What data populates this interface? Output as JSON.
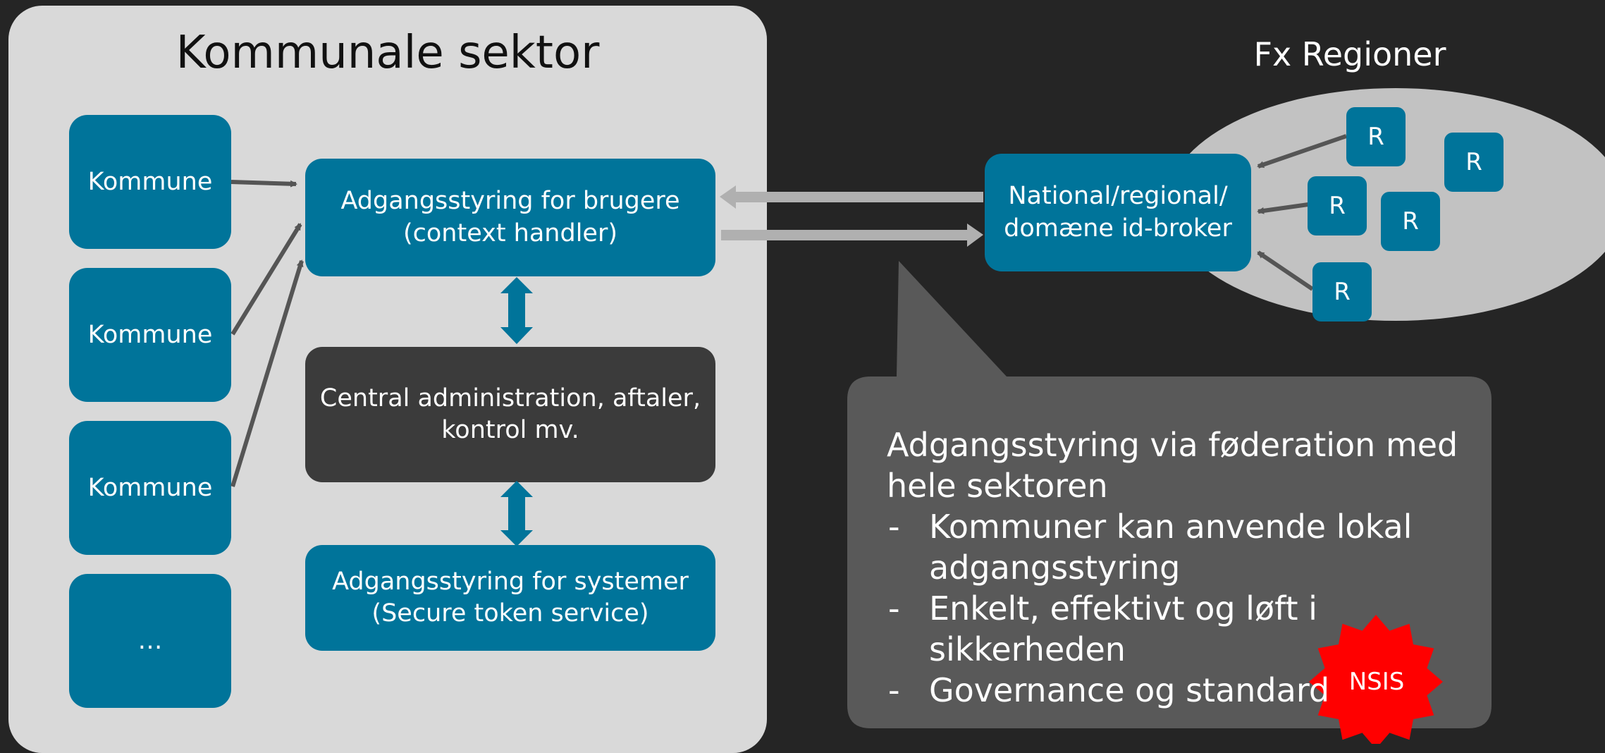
{
  "sector": {
    "title": "Kommunale sektor",
    "kommuner": [
      "Kommune",
      "Kommune",
      "Kommune",
      "…"
    ],
    "user_access": [
      "Adgangsstyring for brugere",
      "(context handler)"
    ],
    "central_admin": [
      "Central administration, aftaler,",
      "kontrol mv."
    ],
    "system_access": [
      "Adgangsstyring for systemer",
      "(Secure token service)"
    ]
  },
  "broker": {
    "lines": [
      "National/regional/",
      "domæne id-broker"
    ]
  },
  "regions": {
    "title": "Fx Regioner",
    "items": [
      "R",
      "R",
      "R",
      "R",
      "R"
    ]
  },
  "callout": {
    "heading_lines": [
      "Adgangsstyring via føderation med",
      "hele sektoren"
    ],
    "bullets": [
      [
        "Kommuner kan anvende lokal",
        "adgangsstyring"
      ],
      [
        "Enkelt, effektivt og løft i",
        "sikkerheden"
      ],
      [
        "Governance og standard"
      ]
    ]
  },
  "badge": {
    "label": "NSIS",
    "color": "#ff0000"
  },
  "colors": {
    "background": "#252525",
    "panel": "#d9d9d9",
    "blue_box": "#00749a",
    "dark_box": "#3b3b3b",
    "callout": "#595959",
    "ellipse": "#c2c2c2",
    "arrow_gray": "#b0b0b0",
    "arrow_dark": "#555555"
  }
}
